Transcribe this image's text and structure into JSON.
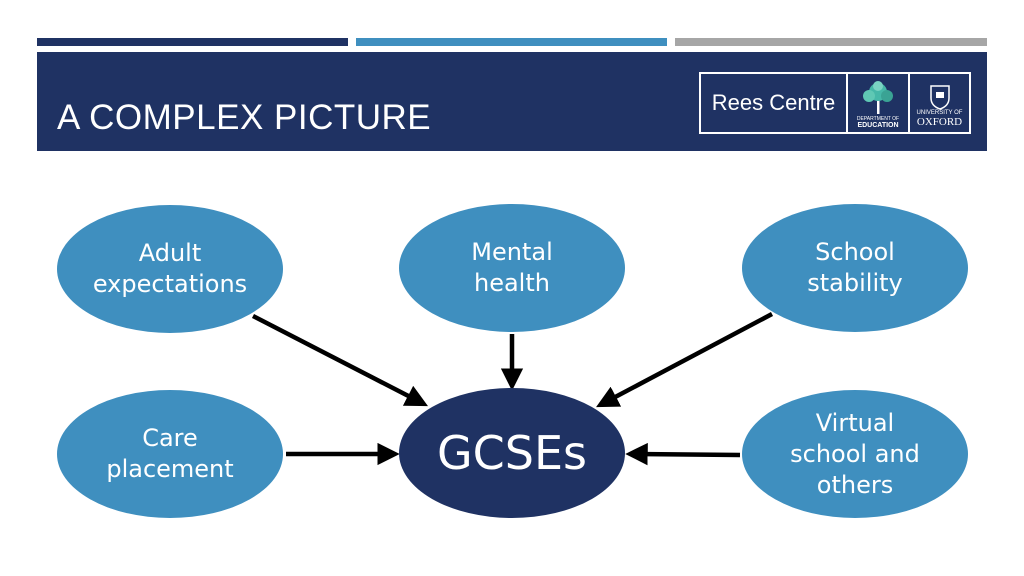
{
  "header": {
    "title": "A COMPLEX PICTURE",
    "logo": {
      "rees_text": "Rees Centre",
      "dept_small": "DEPARTMENT OF",
      "dept_main": "EDUCATION",
      "univ_small": "UNIVERSITY OF",
      "univ_main": "OXFORD"
    },
    "colors": {
      "navy": "#1f3263",
      "blue": "#3f8fbf",
      "grey": "#a6a6a6"
    }
  },
  "diagram": {
    "center": "GCSEs",
    "factors": {
      "adult": [
        "Adult",
        "expectations"
      ],
      "mental": [
        "Mental",
        "health"
      ],
      "school": [
        "School",
        "stability"
      ],
      "care": [
        "Care",
        "placement"
      ],
      "virtual": [
        "Virtual",
        "school and",
        "others"
      ]
    }
  }
}
